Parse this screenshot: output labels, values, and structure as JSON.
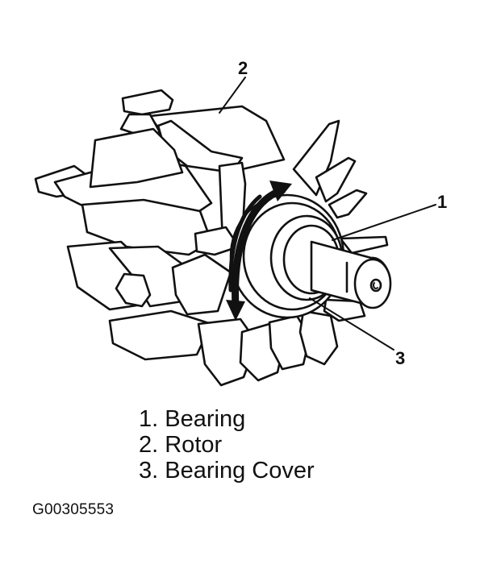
{
  "callouts": [
    {
      "number": "1",
      "target": "Bearing"
    },
    {
      "number": "2",
      "target": "Rotor"
    },
    {
      "number": "3",
      "target": "Bearing Cover"
    }
  ],
  "legend": [
    "1. Bearing",
    "2. Rotor",
    "3. Bearing Cover"
  ],
  "figure_code": "G00305553",
  "colors": {
    "ink": "#111111",
    "background": "#ffffff"
  }
}
